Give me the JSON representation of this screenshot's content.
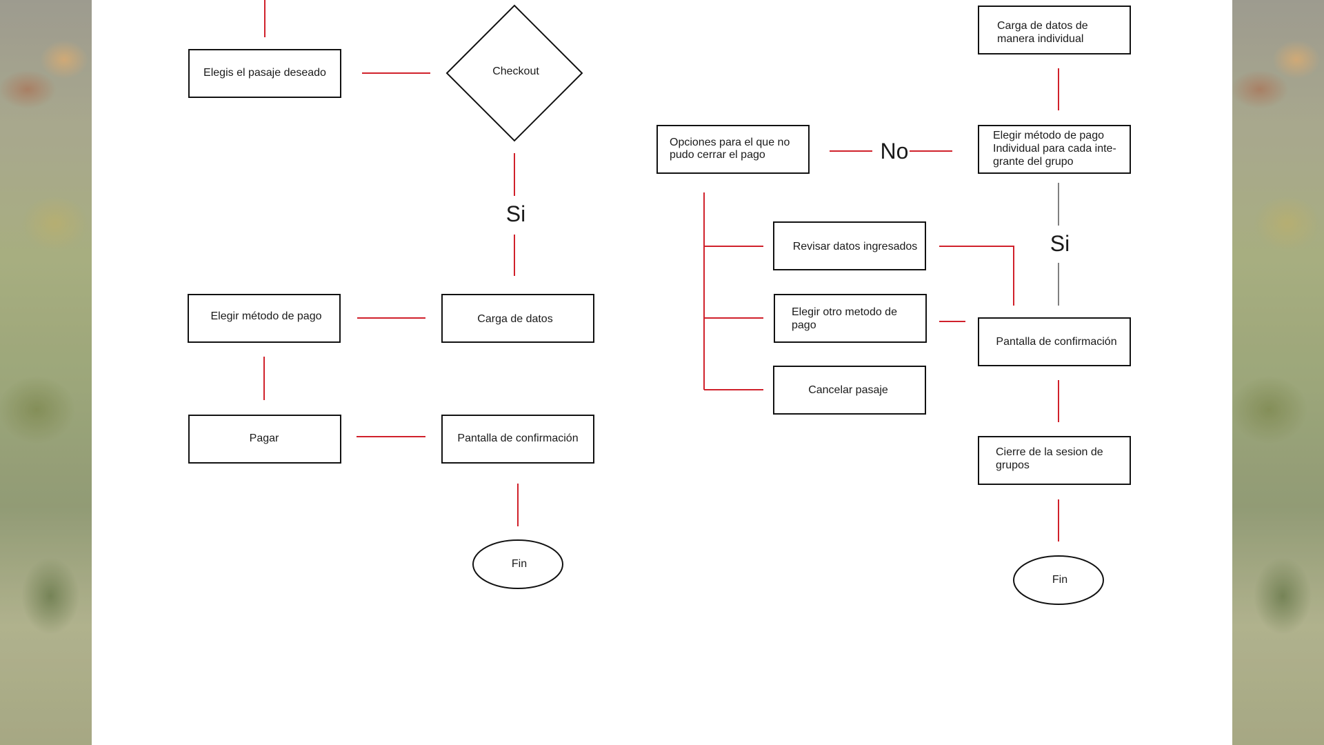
{
  "nodes": {
    "elegis": "Elegis el pasaje deseado",
    "checkout": "Checkout",
    "si_left": "Si",
    "elegir_metodo": "Elegir método de pago",
    "carga_datos": "Carga de datos",
    "pagar": "Pagar",
    "pantalla_left": "Pantalla de confirmación",
    "fin_left": "Fin",
    "carga_individual_1": "Carga de datos de",
    "carga_individual_2": "manera individual",
    "opciones_1": "Opciones para el que no",
    "opciones_2": "pudo cerrar el pago",
    "no_label": "No",
    "metodo_ind_1": "Elegir método de pago",
    "metodo_ind_2": "Individual para cada inte-",
    "metodo_ind_3": "grante del grupo",
    "si_right": "Si",
    "revisar": "Revisar datos ingresados",
    "otro_metodo_1": "Elegir otro metodo de",
    "otro_metodo_2": "pago",
    "cancelar": "Cancelar pasaje",
    "pantalla_right": "Pantalla de confirmación",
    "cierre_1": "Cierre de la sesion de",
    "cierre_2": "grupos",
    "fin_right": "Fin"
  },
  "colors": {
    "edge": "#d0202a",
    "edge_neutral": "#808080",
    "node_border": "#111111"
  }
}
